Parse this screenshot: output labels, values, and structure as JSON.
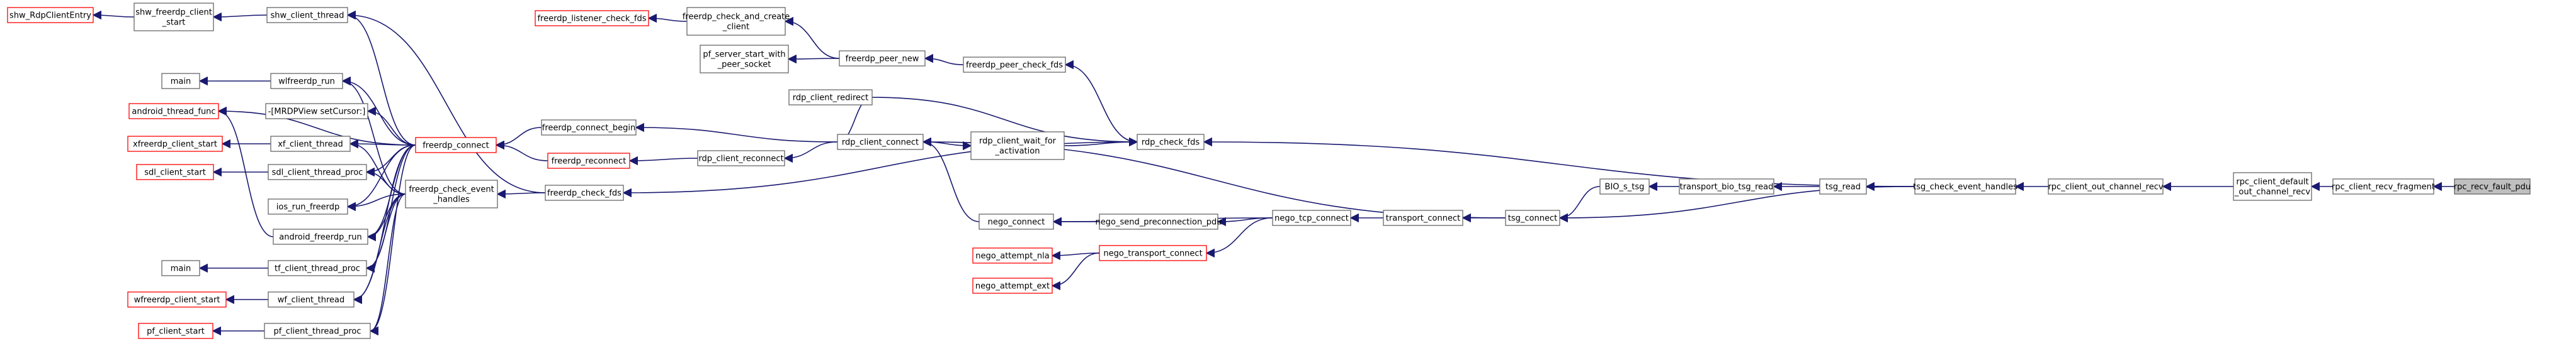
{
  "diagram": {
    "type": "call-graph",
    "colors": {
      "edge": "#191970",
      "node_border": "#666666",
      "node_border_truncated": "#ff0000",
      "node_fill": "#ffffff",
      "focus_fill": "#bfbfbf"
    },
    "nodes": [
      {
        "id": "rpc_recv_fault_pdu",
        "lines": [
          "rpc_recv_fault_pdu"
        ],
        "style": "focus"
      },
      {
        "id": "rpc_client_recv_fragment",
        "lines": [
          "rpc_client_recv_fragment"
        ],
        "style": "normal"
      },
      {
        "id": "rpc_client_default_out_channel_recv",
        "lines": [
          "rpc_client_default",
          "_out_channel_recv"
        ],
        "style": "normal"
      },
      {
        "id": "rpc_client_out_channel_recv",
        "lines": [
          "rpc_client_out_channel_recv"
        ],
        "style": "normal"
      },
      {
        "id": "tsg_check_event_handles",
        "lines": [
          "tsg_check_event_handles"
        ],
        "style": "normal"
      },
      {
        "id": "tsg_read",
        "lines": [
          "tsg_read"
        ],
        "style": "normal"
      },
      {
        "id": "transport_bio_tsg_read",
        "lines": [
          "transport_bio_tsg_read"
        ],
        "style": "normal"
      },
      {
        "id": "BIO_s_tsg",
        "lines": [
          "BIO_s_tsg"
        ],
        "style": "normal"
      },
      {
        "id": "tsg_connect",
        "lines": [
          "tsg_connect"
        ],
        "style": "normal"
      },
      {
        "id": "transport_connect",
        "lines": [
          "transport_connect"
        ],
        "style": "normal"
      },
      {
        "id": "nego_tcp_connect",
        "lines": [
          "nego_tcp_connect"
        ],
        "style": "normal"
      },
      {
        "id": "nego_send_preconnection_pdu",
        "lines": [
          "nego_send_preconnection_pdu"
        ],
        "style": "normal"
      },
      {
        "id": "nego_connect",
        "lines": [
          "nego_connect"
        ],
        "style": "normal"
      },
      {
        "id": "nego_transport_connect",
        "lines": [
          "nego_transport_connect"
        ],
        "style": "truncated"
      },
      {
        "id": "nego_attempt_nla",
        "lines": [
          "nego_attempt_nla"
        ],
        "style": "truncated"
      },
      {
        "id": "nego_attempt_ext",
        "lines": [
          "nego_attempt_ext"
        ],
        "style": "truncated"
      },
      {
        "id": "rdp_client_connect",
        "lines": [
          "rdp_client_connect"
        ],
        "style": "normal"
      },
      {
        "id": "rdp_client_redirect",
        "lines": [
          "rdp_client_redirect"
        ],
        "style": "normal"
      },
      {
        "id": "rdp_client_reconnect",
        "lines": [
          "rdp_client_reconnect"
        ],
        "style": "normal"
      },
      {
        "id": "rdp_client_wait_for_activation",
        "lines": [
          "rdp_client_wait_for",
          "_activation"
        ],
        "style": "normal"
      },
      {
        "id": "rdp_check_fds",
        "lines": [
          "rdp_check_fds"
        ],
        "style": "normal"
      },
      {
        "id": "freerdp_peer_check_fds",
        "lines": [
          "freerdp_peer_check_fds"
        ],
        "style": "normal"
      },
      {
        "id": "freerdp_peer_new",
        "lines": [
          "freerdp_peer_new"
        ],
        "style": "normal"
      },
      {
        "id": "freerdp_check_and_create_client",
        "lines": [
          "freerdp_check_and_create",
          "_client"
        ],
        "style": "normal"
      },
      {
        "id": "freerdp_listener_check_fds",
        "lines": [
          "freerdp_listener_check_fds"
        ],
        "style": "truncated"
      },
      {
        "id": "pf_server_start_with_peer_socket",
        "lines": [
          "pf_server_start_with",
          "_peer_socket"
        ],
        "style": "normal"
      },
      {
        "id": "freerdp_check_fds",
        "lines": [
          "freerdp_check_fds"
        ],
        "style": "normal"
      },
      {
        "id": "freerdp_check_event_handles",
        "lines": [
          "freerdp_check_event",
          "_handles"
        ],
        "style": "normal"
      },
      {
        "id": "freerdp_connect_begin",
        "lines": [
          "freerdp_connect_begin"
        ],
        "style": "normal"
      },
      {
        "id": "freerdp_reconnect",
        "lines": [
          "freerdp_reconnect"
        ],
        "style": "truncated"
      },
      {
        "id": "freerdp_connect",
        "lines": [
          "freerdp_connect"
        ],
        "style": "truncated"
      },
      {
        "id": "shw_freerdp_client_start",
        "lines": [
          "shw_freerdp_client",
          "_start"
        ],
        "style": "normal"
      },
      {
        "id": "shw_client_thread",
        "lines": [
          "shw_client_thread"
        ],
        "style": "normal"
      },
      {
        "id": "shw_RdpClientEntry",
        "lines": [
          "shw_RdpClientEntry"
        ],
        "style": "truncated"
      },
      {
        "id": "wlfreerdp_run",
        "lines": [
          "wlfreerdp_run"
        ],
        "style": "normal"
      },
      {
        "id": "main_1",
        "lines": [
          "main"
        ],
        "style": "normal"
      },
      {
        "id": "android_thread_func",
        "lines": [
          "android_thread_func"
        ],
        "style": "truncated"
      },
      {
        "id": "MRDPView_setCursor",
        "lines": [
          "-[MRDPView setCursor:]"
        ],
        "style": "normal"
      },
      {
        "id": "xf_client_thread",
        "lines": [
          "xf_client_thread"
        ],
        "style": "normal"
      },
      {
        "id": "xfreerdp_client_start",
        "lines": [
          "xfreerdp_client_start"
        ],
        "style": "truncated"
      },
      {
        "id": "sdl_client_thread_proc",
        "lines": [
          "sdl_client_thread_proc"
        ],
        "style": "normal"
      },
      {
        "id": "sdl_client_start",
        "lines": [
          "sdl_client_start"
        ],
        "style": "truncated"
      },
      {
        "id": "ios_run_freerdp",
        "lines": [
          "ios_run_freerdp"
        ],
        "style": "normal"
      },
      {
        "id": "android_freerdp_run",
        "lines": [
          "android_freerdp_run"
        ],
        "style": "normal"
      },
      {
        "id": "tf_client_thread_proc",
        "lines": [
          "tf_client_thread_proc"
        ],
        "style": "normal"
      },
      {
        "id": "main_2",
        "lines": [
          "main"
        ],
        "style": "normal"
      },
      {
        "id": "wf_client_thread",
        "lines": [
          "wf_client_thread"
        ],
        "style": "normal"
      },
      {
        "id": "wfreerdp_client_start",
        "lines": [
          "wfreerdp_client_start"
        ],
        "style": "truncated"
      },
      {
        "id": "pf_client_thread_proc",
        "lines": [
          "pf_client_thread_proc"
        ],
        "style": "normal"
      },
      {
        "id": "pf_client_start",
        "lines": [
          "pf_client_start"
        ],
        "style": "truncated"
      }
    ],
    "edges": [
      {
        "from": "rpc_client_recv_fragment",
        "to": "rpc_recv_fault_pdu"
      },
      {
        "from": "rpc_client_default_out_channel_recv",
        "to": "rpc_client_recv_fragment"
      },
      {
        "from": "rpc_client_out_channel_recv",
        "to": "rpc_client_default_out_channel_recv"
      },
      {
        "from": "tsg_check_event_handles",
        "to": "rpc_client_out_channel_recv"
      },
      {
        "from": "tsg_read",
        "to": "tsg_check_event_handles"
      },
      {
        "from": "tsg_connect",
        "to": "tsg_check_event_handles"
      },
      {
        "from": "rdp_check_fds",
        "to": "tsg_check_event_handles"
      },
      {
        "from": "transport_bio_tsg_read",
        "to": "tsg_read"
      },
      {
        "from": "BIO_s_tsg",
        "to": "transport_bio_tsg_read"
      },
      {
        "from": "tsg_connect",
        "to": "BIO_s_tsg"
      },
      {
        "from": "transport_connect",
        "to": "tsg_connect"
      },
      {
        "from": "rdp_client_connect",
        "to": "tsg_connect"
      },
      {
        "from": "nego_tcp_connect",
        "to": "transport_connect"
      },
      {
        "from": "nego_send_preconnection_pdu",
        "to": "nego_tcp_connect"
      },
      {
        "from": "nego_connect",
        "to": "nego_tcp_connect"
      },
      {
        "from": "nego_transport_connect",
        "to": "nego_tcp_connect"
      },
      {
        "from": "nego_connect",
        "to": "nego_send_preconnection_pdu"
      },
      {
        "from": "rdp_client_connect",
        "to": "nego_connect"
      },
      {
        "from": "nego_attempt_nla",
        "to": "nego_transport_connect"
      },
      {
        "from": "nego_attempt_ext",
        "to": "nego_transport_connect"
      },
      {
        "from": "rdp_client_reconnect",
        "to": "rdp_client_connect"
      },
      {
        "from": "freerdp_connect_begin",
        "to": "rdp_client_connect"
      },
      {
        "from": "rdp_check_fds",
        "to": "rdp_client_redirect"
      },
      {
        "from": "rdp_client_redirect",
        "to": "rdp_client_connect"
      },
      {
        "from": "freerdp_reconnect",
        "to": "rdp_client_reconnect"
      },
      {
        "from": "rdp_client_wait_for_activation",
        "to": "rdp_client_connect"
      },
      {
        "from": "rdp_check_fds",
        "to": "rdp_client_wait_for_activation"
      },
      {
        "from": "freerdp_peer_check_fds",
        "to": "rdp_check_fds"
      },
      {
        "from": "freerdp_check_fds",
        "to": "rdp_check_fds"
      },
      {
        "from": "freerdp_peer_new",
        "to": "freerdp_peer_check_fds"
      },
      {
        "from": "freerdp_check_and_create_client",
        "to": "freerdp_peer_new"
      },
      {
        "from": "pf_server_start_with_peer_socket",
        "to": "freerdp_peer_new"
      },
      {
        "from": "freerdp_listener_check_fds",
        "to": "freerdp_check_and_create_client"
      },
      {
        "from": "freerdp_check_event_handles",
        "to": "freerdp_check_fds"
      },
      {
        "from": "shw_client_thread",
        "to": "freerdp_check_fds"
      },
      {
        "from": "freerdp_connect",
        "to": "freerdp_connect_begin"
      },
      {
        "from": "freerdp_connect",
        "to": "freerdp_reconnect"
      },
      {
        "from": "shw_freerdp_client_start",
        "to": "shw_client_thread"
      },
      {
        "from": "shw_RdpClientEntry",
        "to": "shw_freerdp_client_start"
      },
      {
        "from": "shw_client_thread",
        "to": "freerdp_connect"
      },
      {
        "from": "wlfreerdp_run",
        "to": "freerdp_connect"
      },
      {
        "from": "main_1",
        "to": "wlfreerdp_run"
      },
      {
        "from": "android_thread_func",
        "to": "freerdp_connect"
      },
      {
        "from": "android_thread_func",
        "to": "android_freerdp_run"
      },
      {
        "from": "MRDPView_setCursor",
        "to": "freerdp_connect"
      },
      {
        "from": "xf_client_thread",
        "to": "freerdp_connect"
      },
      {
        "from": "xfreerdp_client_start",
        "to": "xf_client_thread"
      },
      {
        "from": "sdl_client_thread_proc",
        "to": "freerdp_connect"
      },
      {
        "from": "sdl_client_start",
        "to": "sdl_client_thread_proc"
      },
      {
        "from": "ios_run_freerdp",
        "to": "freerdp_connect"
      },
      {
        "from": "android_freerdp_run",
        "to": "freerdp_connect"
      },
      {
        "from": "tf_client_thread_proc",
        "to": "freerdp_connect"
      },
      {
        "from": "main_2",
        "to": "tf_client_thread_proc"
      },
      {
        "from": "wf_client_thread",
        "to": "freerdp_connect"
      },
      {
        "from": "wfreerdp_client_start",
        "to": "wf_client_thread"
      },
      {
        "from": "pf_client_thread_proc",
        "to": "freerdp_connect"
      },
      {
        "from": "pf_client_start",
        "to": "pf_client_thread_proc"
      },
      {
        "from": "xf_client_thread",
        "to": "freerdp_check_event_handles"
      },
      {
        "from": "sdl_client_thread_proc",
        "to": "freerdp_check_event_handles"
      },
      {
        "from": "ios_run_freerdp",
        "to": "freerdp_check_event_handles"
      },
      {
        "from": "android_freerdp_run",
        "to": "freerdp_check_event_handles"
      },
      {
        "from": "tf_client_thread_proc",
        "to": "freerdp_check_event_handles"
      },
      {
        "from": "wf_client_thread",
        "to": "freerdp_check_event_handles"
      },
      {
        "from": "pf_client_thread_proc",
        "to": "freerdp_check_event_handles"
      },
      {
        "from": "wlfreerdp_run",
        "to": "freerdp_check_event_handles"
      }
    ]
  }
}
